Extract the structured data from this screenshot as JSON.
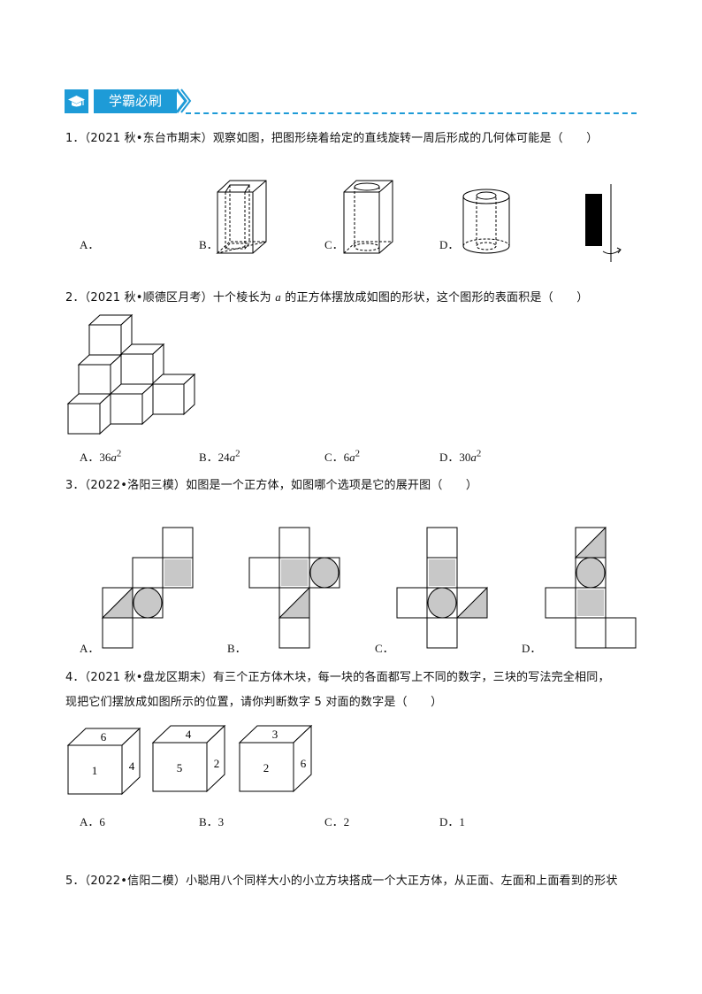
{
  "section": {
    "icon": "graduation-cap-icon",
    "title": "学霸必刷",
    "accent": "#1e9bd7"
  },
  "questions": [
    {
      "text": "1．（2021 秋•东台市期末）观察如图，把图形绕着给定的直线旋转一周后形成的几何体可能是（　　）",
      "options": [
        "A．",
        "B．",
        "C．",
        "D．"
      ]
    },
    {
      "text_before": "2．（2021 秋•顺德区月考）十个棱长为 ",
      "var": "a",
      "text_after": " 的正方体摆放成如图的形状，这个图形的表面积是（　　）",
      "options": [
        {
          "label": "A．36",
          "var": "a",
          "exp": "2"
        },
        {
          "label": "B．24",
          "var": "a",
          "exp": "2"
        },
        {
          "label": "C．6",
          "var": "a",
          "exp": "2"
        },
        {
          "label": "D．30",
          "var": "a",
          "exp": "2"
        }
      ]
    },
    {
      "text": "3．（2022•洛阳三模）如图是一个正方体，如图哪个选项是它的展开图（　　）",
      "options": [
        "A．",
        "B．",
        "C．",
        "D．"
      ]
    },
    {
      "line1": "4．（2021 秋•盘龙区期末）有三个正方体木块，每一块的各面都写上不同的数字，三块的写法完全相同，",
      "line2": "现把它们摆放成如图所示的位置，请你判断数字 5 对面的数字是（　　）",
      "cubes": [
        {
          "top": "6",
          "front": "1",
          "right": "4"
        },
        {
          "top": "4",
          "front": "5",
          "right": "2"
        },
        {
          "top": "3",
          "front": "2",
          "right": "6"
        }
      ],
      "options": [
        "A．6",
        "B．3",
        "C．2",
        "D．1"
      ]
    },
    {
      "text": "5．（2022•信阳二模）小聪用八个同样大小的小立方块搭成一个大正方体，从正面、左面和上面看到的形状"
    }
  ]
}
